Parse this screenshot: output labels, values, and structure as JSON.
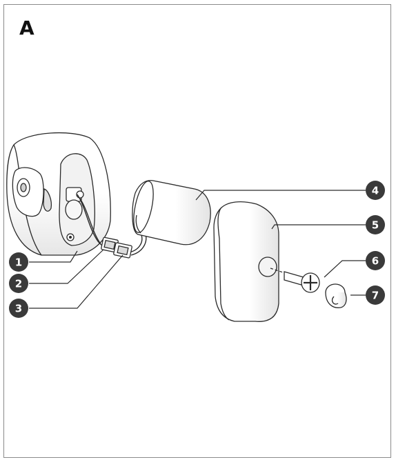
{
  "panel_label": "A",
  "callouts": [
    {
      "number": "1"
    },
    {
      "number": "2"
    },
    {
      "number": "3"
    },
    {
      "number": "4"
    },
    {
      "number": "5"
    },
    {
      "number": "6"
    },
    {
      "number": "7"
    }
  ],
  "colors": {
    "outline": "#2a2a2a",
    "callout_fill": "#3a3a3a",
    "shade": "#e6e6e6",
    "frame": "#8a8a8a"
  }
}
